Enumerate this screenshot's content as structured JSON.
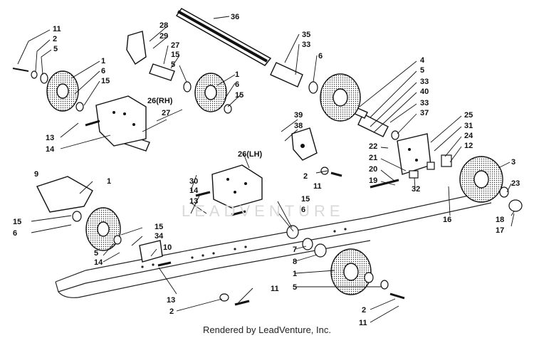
{
  "watermark": "LEADVENTURE",
  "credit": "Rendered by LeadVenture, Inc.",
  "callouts": [
    "11",
    "2",
    "5",
    "1",
    "6",
    "15",
    "13",
    "14",
    "9",
    "15",
    "6",
    "5",
    "14",
    "1",
    "15",
    "34",
    "10",
    "28",
    "29",
    "27",
    "15",
    "5",
    "26(RH)",
    "27",
    "36",
    "35",
    "33",
    "6",
    "1",
    "6",
    "15",
    "26(LH)",
    "30",
    "14",
    "13",
    "39",
    "38",
    "2",
    "11",
    "15",
    "6",
    "7",
    "8",
    "1",
    "5",
    "13",
    "2",
    "11",
    "4",
    "5",
    "33",
    "40",
    "33",
    "37",
    "25",
    "31",
    "24",
    "12",
    "22",
    "21",
    "20",
    "19",
    "32",
    "3",
    "23",
    "16",
    "18",
    "17",
    "2",
    "11"
  ]
}
